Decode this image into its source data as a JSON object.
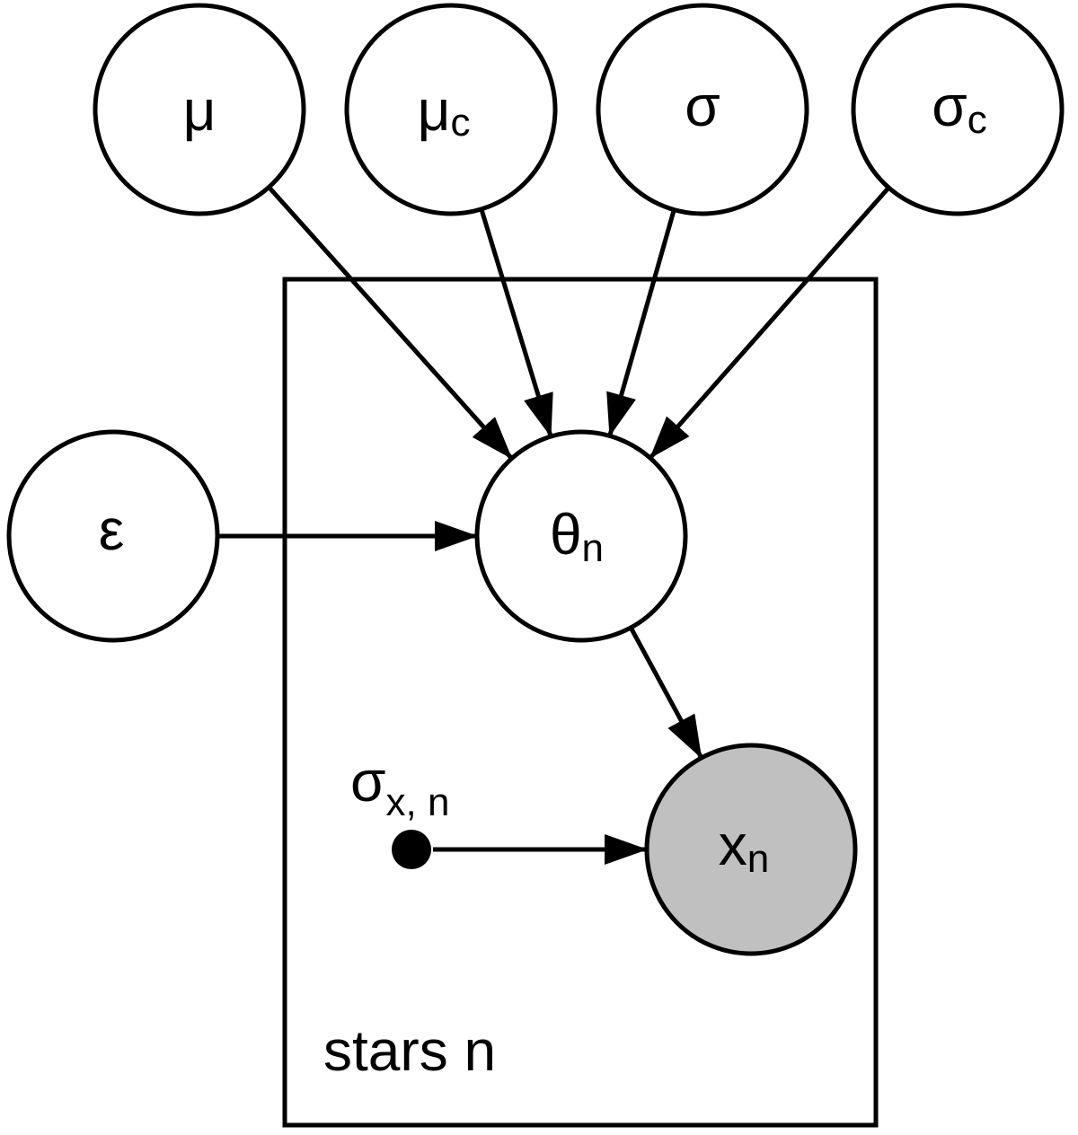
{
  "nodes": {
    "mu": {
      "symbol": "μ",
      "subscript": ""
    },
    "mu_c": {
      "symbol": "μ",
      "subscript": "c"
    },
    "sigma": {
      "symbol": "σ",
      "subscript": ""
    },
    "sigma_c": {
      "symbol": "σ",
      "subscript": "c"
    },
    "epsilon": {
      "symbol": "ε",
      "subscript": ""
    },
    "theta": {
      "symbol": "θ",
      "subscript": "n"
    },
    "x": {
      "symbol": "x",
      "subscript": "n",
      "observed": true
    },
    "sigma_x": {
      "symbol": "σ",
      "subscript": "x, n"
    }
  },
  "plate": {
    "label": "stars n"
  },
  "edges": [
    {
      "from": "mu",
      "to": "theta"
    },
    {
      "from": "mu_c",
      "to": "theta"
    },
    {
      "from": "sigma",
      "to": "theta"
    },
    {
      "from": "sigma_c",
      "to": "theta"
    },
    {
      "from": "epsilon",
      "to": "theta"
    },
    {
      "from": "theta",
      "to": "x"
    },
    {
      "from": "sigma_x",
      "to": "x"
    }
  ],
  "colors": {
    "observed_fill": "#c0c0c0",
    "stroke": "#000000"
  }
}
